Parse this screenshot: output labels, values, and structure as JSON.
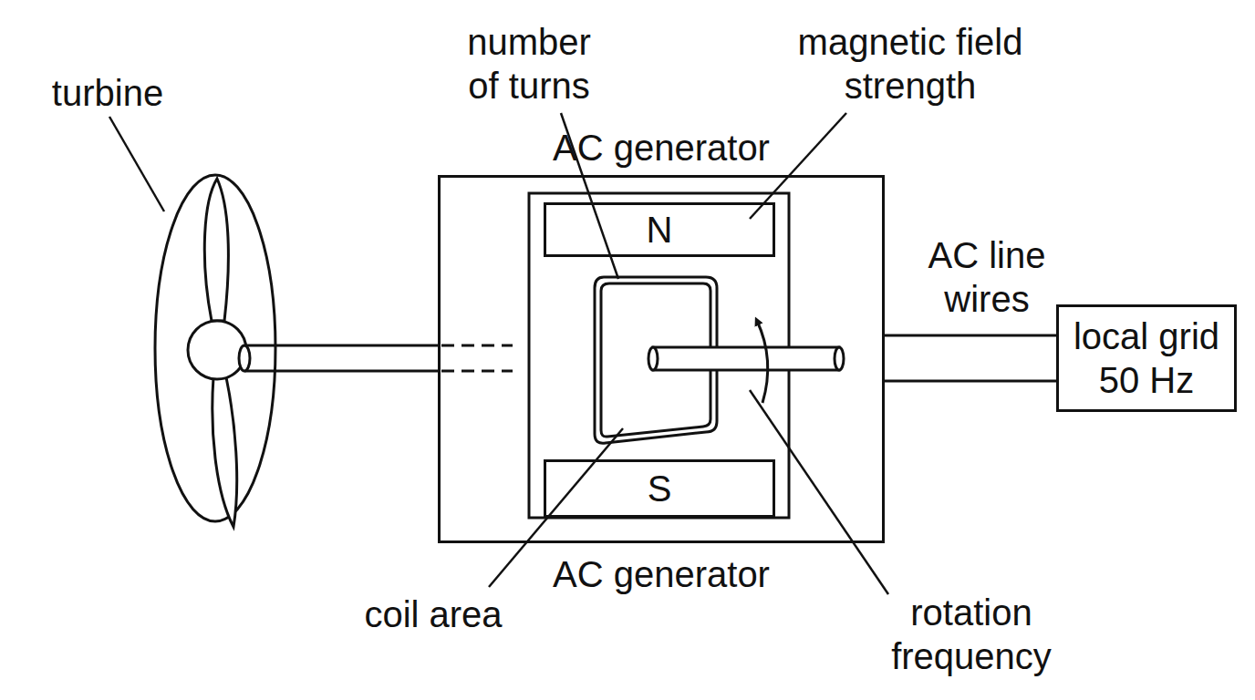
{
  "diagram": {
    "nodes": [
      {
        "text": [
          "AC generator",
          "AC generator"
        ]
      },
      {
        "text": [
          "N"
        ],
        "in": 0
      },
      {
        "text": [
          "S"
        ],
        "in": 0
      },
      {
        "text": [
          "local grid 50 Hz"
        ]
      }
    ],
    "edges": [
      {
        "from": 0,
        "to": 3,
        "arrow": "none",
        "label": "AC line wires"
      },
      {
        "from": 0,
        "to": 3,
        "arrow": "none"
      }
    ],
    "labels": [
      "turbine",
      "number of turns",
      "magnetic field strength",
      "coil area",
      "rotation frequency"
    ]
  }
}
